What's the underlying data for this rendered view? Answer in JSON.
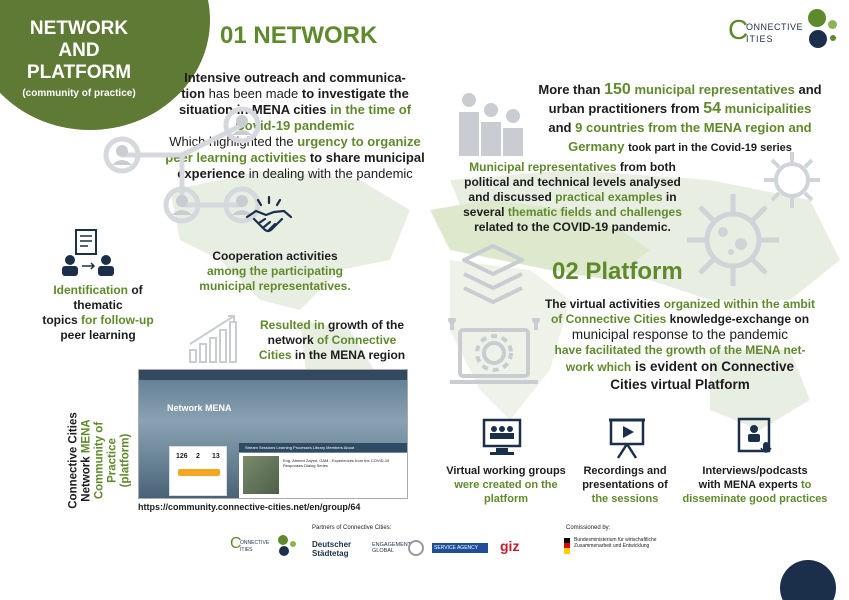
{
  "corner": {
    "title": "NETWORK AND PLATFORM",
    "subtitle": "(community of practice)"
  },
  "brand": {
    "logo_line1": "ONNECTIVE",
    "logo_line2": "ITIES",
    "logo_c": "C"
  },
  "colors": {
    "accent_green": "#5f8a2c",
    "corner_green": "#5e7a34",
    "navy": "#1c2f4a",
    "map_green": "#e2ebd4"
  },
  "section1": {
    "heading": "01 NETWORK",
    "para_a1": "Intensive outreach and communica-",
    "para_a2": "tion",
    "para_a3": "has been made",
    "para_a4": "to investigate the",
    "para_a5": "situation in MENA cities",
    "para_a6": "in the time of",
    "para_a7": "Covid-19 pandemic",
    "para_b1": "Which highlighted the",
    "para_b2": "urgency to organize",
    "para_b3": "peer learning activities",
    "para_b4": "to share municipal",
    "para_b5": "experience",
    "para_b6": "in dealing with the pandemic"
  },
  "stats": {
    "l1a": "More than",
    "l1n": "150",
    "l1b": "municipal representatives",
    "l1c": "and",
    "l2a": "urban practitioners from",
    "l2n": "54",
    "l2b": "municipalities",
    "l3a": "and",
    "l3n": "9",
    "l3b": "countries from the MENA region and",
    "l4a": "Germany",
    "l4b": "took part in the Covid-19 series"
  },
  "municipal": {
    "l1": "Municipal representatives",
    "l1b": "from both",
    "l2": "political and technical levels analysed",
    "l3a": "and discussed",
    "l3b": "practical examples",
    "l3c": "in",
    "l4a": "several",
    "l4b": "thematic fields and challenges",
    "l5": "related to the COVID-19 pandemic."
  },
  "cooperation": {
    "l1": "Cooperation activities",
    "l2": "among the participating",
    "l3": "municipal representatives."
  },
  "identification": {
    "l1a": "Identification",
    "l1b": "of thematic",
    "l2a": "topics",
    "l2b": "for follow-up",
    "l3": "peer learning"
  },
  "growth": {
    "l1a": "Resulted in",
    "l1b": "growth of the",
    "l2a": "network",
    "l2b": "of Connective",
    "l3a": "Cities",
    "l3b": "in the MENA region"
  },
  "section2": {
    "heading": "02 Platform",
    "l1a": "The virtual activities",
    "l1b": "organized within the ambit",
    "l2a": "of Connective Cities",
    "l2b": "knowledge-exchange on",
    "l3": "municipal response to the pandemic",
    "l4a": "have facilitated the growth of the MENA net-",
    "l5a": "work which",
    "l5b": "is evident on Connective",
    "l6": "Cities virtual Platform"
  },
  "platform_label": {
    "l1": "Connective Cities",
    "l2a": "Network",
    "l2b": "MENA",
    "l3": "Community of Practice",
    "l4": "(platform)"
  },
  "screenshot": {
    "title": "Network MENA",
    "nav": "Stream   Sessions   Learning Processes   Library   Members   About",
    "stat1": "126",
    "stat2": "2",
    "stat3": "13",
    "post": "Eng. Ahmed Zayed, GAM - Experiences from the COVID-19 Responses Dialog Series"
  },
  "url": "https://community.connective-cities.net/en/group/64",
  "features": [
    {
      "a": "Virtual working groups",
      "b": "were created on the",
      "c": "platform"
    },
    {
      "a": "Recordings and",
      "b": "presentations of",
      "c": "the sessions"
    },
    {
      "a": "Interviews/podcasts",
      "b": "with MENA experts",
      "c": "to",
      "d": "disseminate good practices"
    }
  ],
  "footer": {
    "partners": "Partners of Connective Cities:",
    "commissioned": "Comissioned by:",
    "p1": "Deutscher Städtetag",
    "p2": "ENGAGEMENT GLOBAL",
    "p3": "SERVICE AGENCY",
    "p4": "giz",
    "ministry": "Bundesministerium für wirtschaftliche Zusammenarbeit und Entwicklung"
  }
}
